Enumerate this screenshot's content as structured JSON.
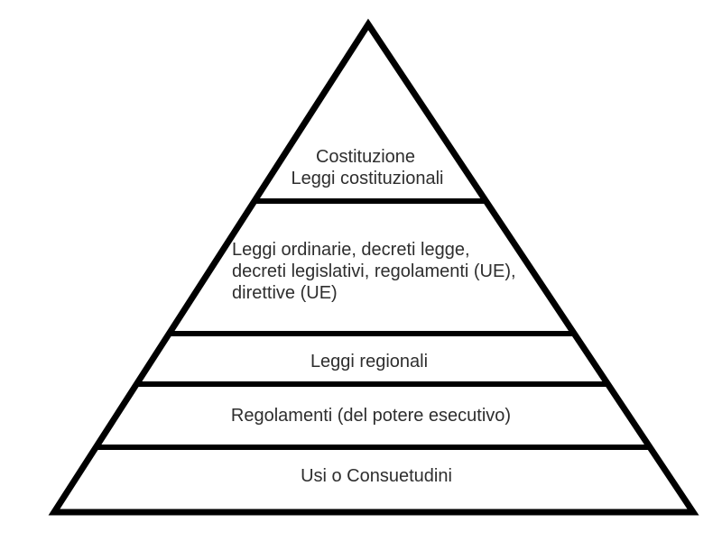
{
  "diagram": {
    "type": "pyramid-hierarchy",
    "colors": {
      "background": "#ffffff",
      "line": "#000000",
      "text": "#2e2e2e"
    },
    "levels": [
      {
        "lines": [
          "Costituzione",
          "Leggi costituzionali"
        ]
      },
      {
        "lines": [
          "Leggi ordinarie, decreti legge,",
          "decreti legislativi, regolamenti (UE),",
          "direttive (UE)"
        ]
      },
      {
        "lines": [
          "Leggi regionali"
        ]
      },
      {
        "lines": [
          "Regolamenti (del potere esecutivo)"
        ]
      },
      {
        "lines": [
          "Usi o Consuetudini"
        ]
      }
    ]
  }
}
